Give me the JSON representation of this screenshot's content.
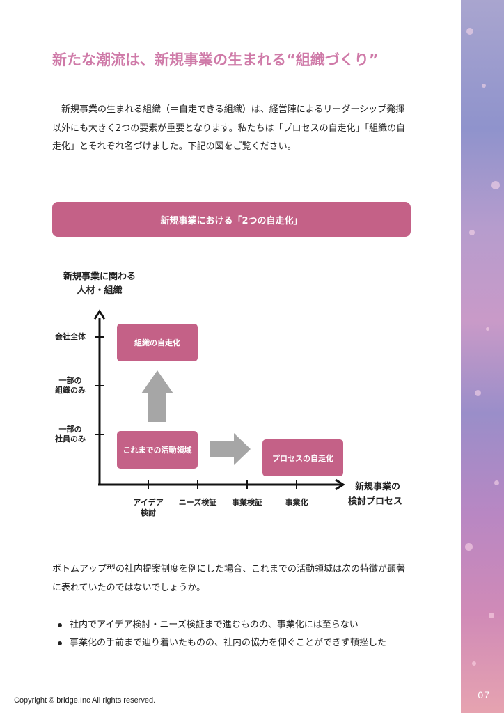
{
  "title": "新たな潮流は、新規事業の生まれる“組織づくり”",
  "intro": "新規事業の生まれる組織（＝自走できる組織）は、経営陣によるリーダーシップ発揮以外にも大きく2つの要素が重要となります。私たちは「プロセスの自走化」「組織の自走化」とそれぞれ名づけました。下記の図をご覧ください。",
  "banner": "新規事業における「2つの自走化」",
  "diagram": {
    "y_axis_title": [
      "新規事業に関わる",
      "人材・組織"
    ],
    "x_axis_title": [
      "新規事業の",
      "検討プロセス"
    ],
    "y_levels": [
      [
        "会社全体"
      ],
      [
        "一部の",
        "組織のみ"
      ],
      [
        "一部の",
        "社員のみ"
      ]
    ],
    "x_stages": [
      [
        "アイデア",
        "検討"
      ],
      [
        "ニーズ検証"
      ],
      [
        "事業検証"
      ],
      [
        "事業化"
      ]
    ],
    "box_org": "組織の自走化",
    "box_current": "これまでの活動領域",
    "box_process": "プロセスの自走化",
    "colors": {
      "accent": "#c46187",
      "arrow": "#a6a6a6",
      "title": "#cf7aa8"
    }
  },
  "body_text": "ボトムアップ型の社内提案制度を例にした場合、これまでの活動領域は次の特徴が顕著に表れていたのではないでしょうか。",
  "bullets": [
    "社内でアイデア検討・ニーズ検証まで進むものの、事業化には至らない",
    "事業化の手前まで辿り着いたものの、社内の協力を仰ぐことができず頓挫した"
  ],
  "copyright": "Copyright © bridge.Inc All rights reserved.",
  "page_number": "07"
}
